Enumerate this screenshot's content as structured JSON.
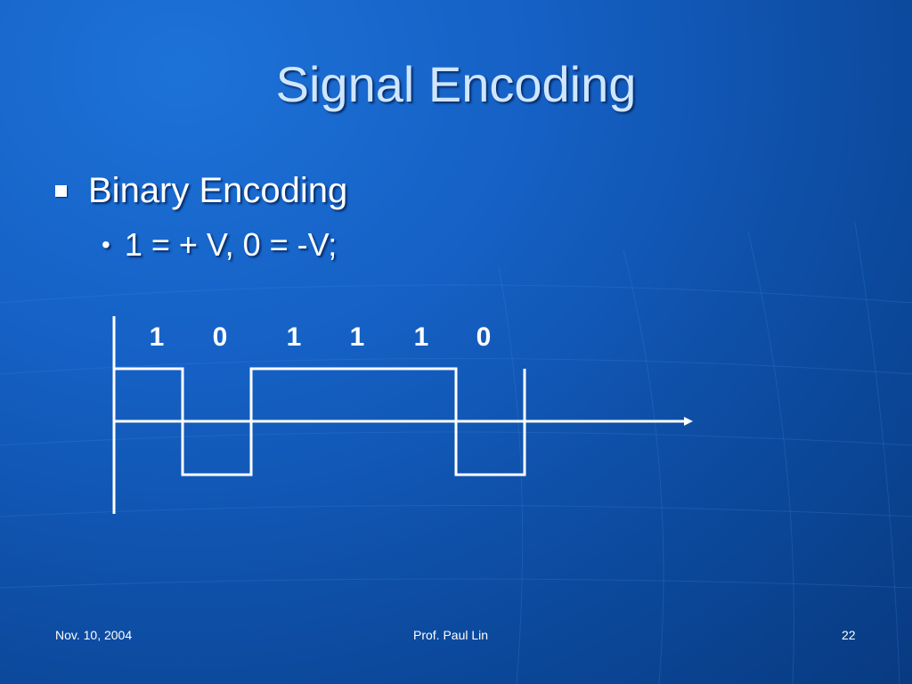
{
  "slide": {
    "title": "Signal Encoding",
    "bullet": "Binary Encoding",
    "sub_bullet": "1 = + V, 0 = -V;"
  },
  "diagram": {
    "bits": [
      "1",
      "0",
      "1",
      "1",
      "1",
      "0"
    ]
  },
  "footer": {
    "date": "Nov. 10, 2004",
    "author": "Prof. Paul Lin",
    "page_number": "22"
  },
  "colors": {
    "background": "#1560c4",
    "title": "#cfe6ff",
    "lines": "#ffffff"
  }
}
